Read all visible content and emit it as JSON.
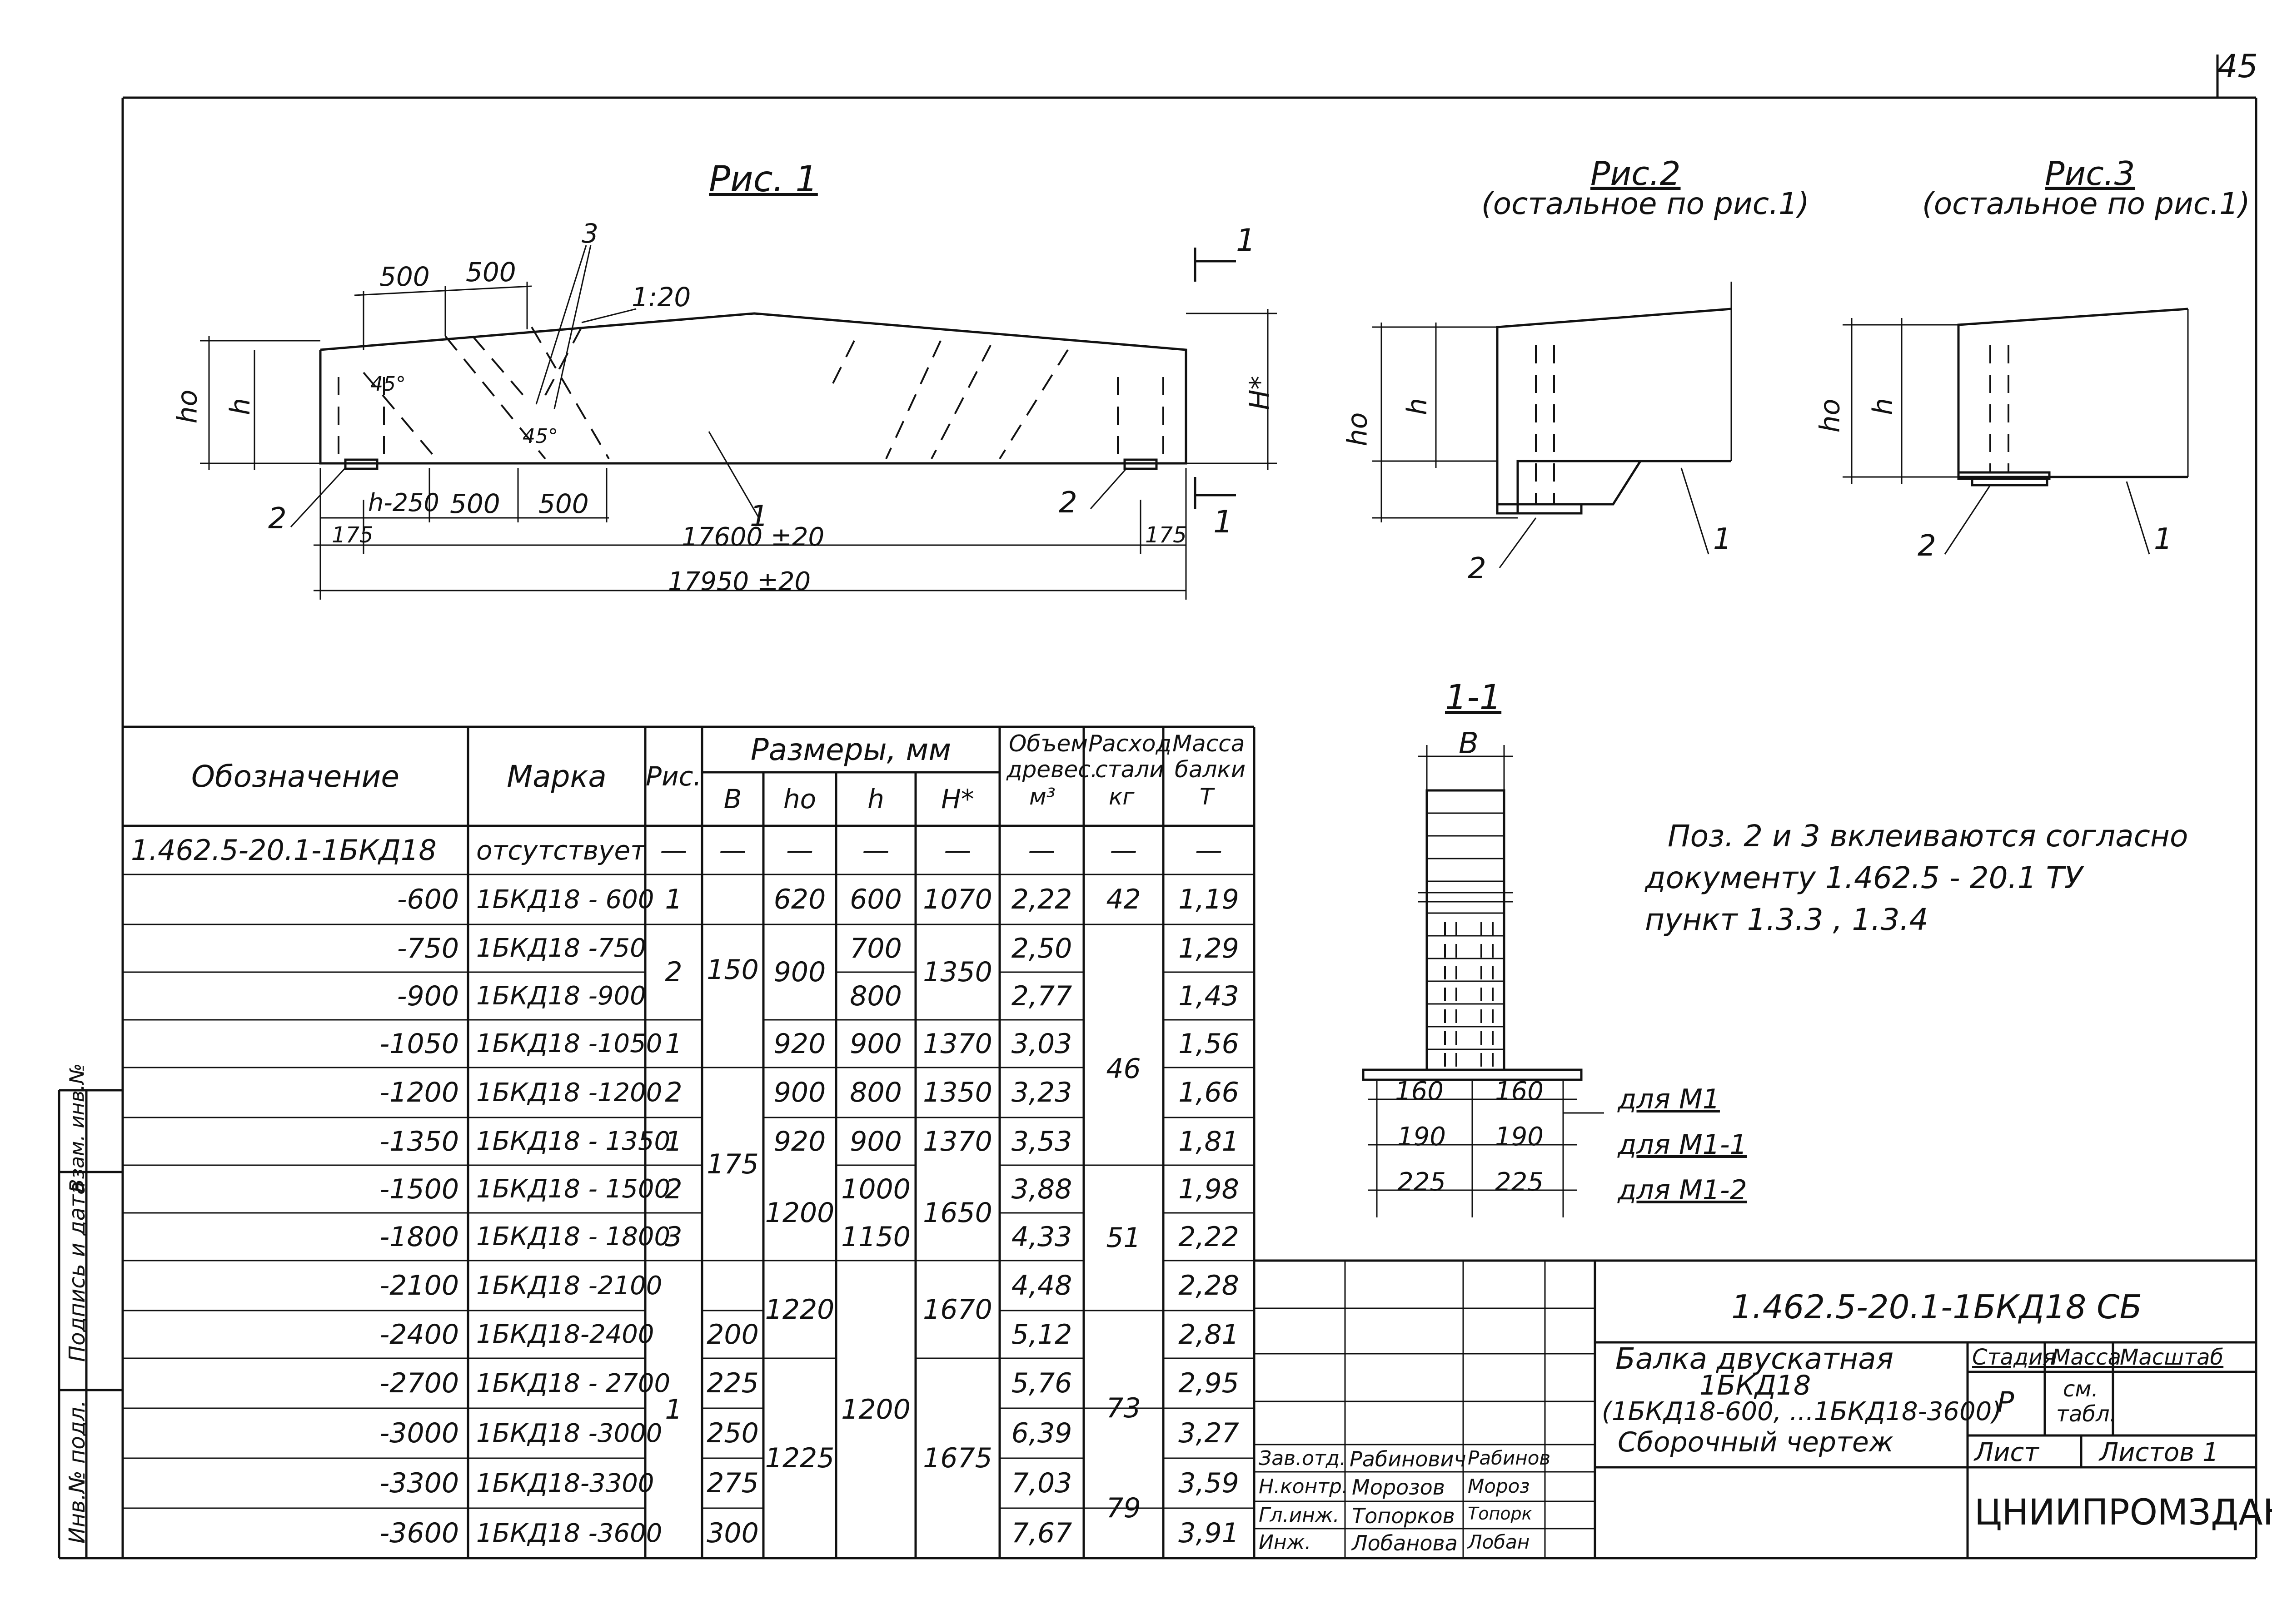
{
  "sheet_number": "45",
  "figures": {
    "fig1": {
      "title": "Рис. 1"
    },
    "fig2": {
      "title": "Рис.2",
      "subtitle": "(остальное по рис.1)"
    },
    "fig3": {
      "title": "Рис.3",
      "subtitle": "(остальное по рис.1)"
    },
    "section": {
      "title": "1-1",
      "width_label": "В"
    }
  },
  "fig1_labels": {
    "d500a": "500",
    "d500b": "500",
    "callout3": "3",
    "slope": "1:20",
    "angle1": "45°",
    "angle2": "45°",
    "h0": "hо",
    "h": "h",
    "hstar": "H*",
    "h250": "h-250",
    "d500c": "500",
    "d500d": "500",
    "d175a": "175",
    "d175b": "175",
    "len1": "17600 ±20",
    "len2": "17950 ±20",
    "pos1": "1",
    "pos2a": "2",
    "pos2b": "2",
    "sec1a": "1",
    "sec1b": "1"
  },
  "fig2_labels": {
    "h0": "hо",
    "h": "h",
    "pos1": "1",
    "pos2": "2"
  },
  "fig3_labels": {
    "h0": "hо",
    "h": "h",
    "pos1": "1",
    "pos2": "2"
  },
  "section_dims": [
    {
      "a": "160",
      "b": "160",
      "label": "для М1"
    },
    {
      "a": "190",
      "b": "190",
      "label": "для М1-1"
    },
    {
      "a": "225",
      "b": "225",
      "label": "для М1-2"
    }
  ],
  "note": [
    "Поз. 2 и 3 вклеиваются согласно",
    "документу      1.462.5 - 20.1 ТУ",
    "пункт  1.3.3  ,  1.3.4"
  ],
  "table": {
    "headers": {
      "designation": "Обозначение",
      "mark": "Марка",
      "fig": "Рис.",
      "dims": "Размеры, мм",
      "b": "В",
      "h0": "hо",
      "h": "h",
      "hstar": "H*",
      "volume": [
        "Объем",
        "древес.",
        "м³"
      ],
      "steel": [
        "Расход",
        "стали",
        "кг"
      ],
      "mass": [
        "Масса",
        "балки",
        "Т"
      ]
    },
    "rows": [
      {
        "designation": "1.462.5-20.1-1БКД18",
        "mark": "отсутствует",
        "fig": "—",
        "b": "—",
        "h0": "—",
        "h": "—",
        "hstar": "—",
        "volume": "—",
        "steel": "—",
        "mass": "—"
      },
      {
        "designation": "-600",
        "mark": "1БКД18 - 600",
        "fig": "1",
        "h0": "620",
        "h": "600",
        "hstar": "1070",
        "volume": "2,22",
        "steel": "42",
        "mass": "1,19"
      },
      {
        "designation": "-750",
        "mark": "1БКД18 -750",
        "volume": "2,50",
        "mass": "1,29",
        "h": "700"
      },
      {
        "designation": "-900",
        "mark": "1БКД18 -900",
        "volume": "2,77",
        "mass": "1,43",
        "h": "800"
      },
      {
        "designation": "-1050",
        "mark": "1БКД18 -1050",
        "fig": "1",
        "h0": "920",
        "h": "900",
        "hstar": "1370",
        "volume": "3,03",
        "mass": "1,56"
      },
      {
        "designation": "-1200",
        "mark": "1БКД18 -1200",
        "fig": "2",
        "h0": "900",
        "h": "800",
        "hstar": "1350",
        "volume": "3,23",
        "mass": "1,66"
      },
      {
        "designation": "-1350",
        "mark": "1БКД18 - 1350",
        "fig": "1",
        "h0": "920",
        "h": "900",
        "hstar": "1370",
        "volume": "3,53",
        "mass": "1,81"
      },
      {
        "designation": "-1500",
        "mark": "1БКД18 - 1500",
        "fig": "2",
        "h": "1000",
        "volume": "3,88",
        "mass": "1,98"
      },
      {
        "designation": "-1800",
        "mark": "1БКД18 - 1800",
        "fig": "3",
        "h": "1150",
        "volume": "4,33",
        "mass": "2,22"
      },
      {
        "designation": "-2100",
        "mark": "1БКД18 -2100",
        "volume": "4,48",
        "mass": "2,28"
      },
      {
        "designation": "-2400",
        "mark": "1БКД18-2400",
        "b": "200",
        "volume": "5,12",
        "mass": "2,81"
      },
      {
        "designation": "-2700",
        "mark": "1БКД18 - 2700",
        "b": "225",
        "volume": "5,76",
        "mass": "2,95"
      },
      {
        "designation": "-3000",
        "mark": "1БКД18 -3000",
        "b": "250",
        "volume": "6,39",
        "mass": "3,27"
      },
      {
        "designation": "-3300",
        "mark": "1БКД18-3300",
        "b": "275",
        "volume": "7,03",
        "mass": "3,59"
      },
      {
        "designation": "-3600",
        "mark": "1БКД18 -3600",
        "b": "300",
        "volume": "7,67",
        "mass": "3,91"
      }
    ],
    "merged": {
      "fig_2_750": "2",
      "b_150": "150",
      "h0_900": "900",
      "hstar_1350": "1350",
      "steel_46": "46",
      "b_175": "175",
      "h0_1200": "1200",
      "hstar_1650": "1650",
      "steel_51": "51",
      "h0_1220": "1220",
      "hstar_1670": "1670",
      "h_1200": "1200",
      "fig_1_big": "1",
      "h0_1225": "1225",
      "hstar_1675": "1675",
      "steel_73": "73",
      "steel_79": "79"
    }
  },
  "title_block": {
    "code": "1.462.5-20.1-1БКД18 СБ",
    "name": [
      "Балка двускатная",
      "1БКД18",
      "(1БКД18-600, ...1БКД18-3600)",
      "Сборочный чертеж"
    ],
    "stage_h": "Стадия",
    "mass_h": "Масса",
    "scale_h": "Масштаб",
    "stage": "Р",
    "mass": [
      "см.",
      "табл."
    ],
    "sheet_h": "Лист",
    "sheets_h": "Листов 1",
    "org": "ЦНИИПРОМЗДАНИЙ",
    "people": [
      {
        "role": "Зав.отд.",
        "name": "Рабинович",
        "sign": "Рабинов"
      },
      {
        "role": "Н.контр.",
        "name": "Морозов",
        "sign": "Мороз"
      },
      {
        "role": "Гл.инж.",
        "name": "Топорков",
        "sign": "Топорк"
      },
      {
        "role": "Инж.",
        "name": "Лобанова",
        "sign": "Лобан"
      }
    ]
  },
  "side_stamp": {
    "inv": "Инв.№ подл.",
    "sign": "Подпись и дата",
    "replace": "Взам. инв.№"
  }
}
